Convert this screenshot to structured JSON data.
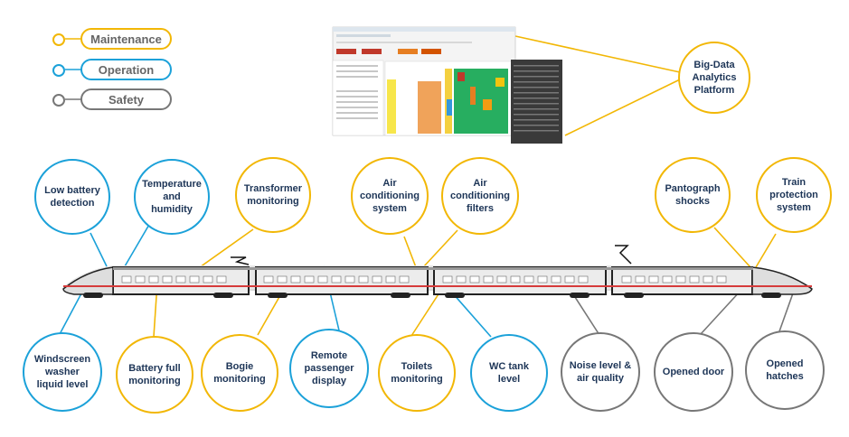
{
  "legend": [
    {
      "label": "Maintenance",
      "color": "#f2b705"
    },
    {
      "label": "Operation",
      "color": "#1ba1d9"
    },
    {
      "label": "Safety",
      "color": "#777777"
    }
  ],
  "platform": {
    "label": "Big-Data\nAnalytics\nPlatform",
    "color": "#f2b705"
  },
  "top_labels": [
    {
      "id": "low-battery",
      "label": "Low battery\ndetection",
      "category": "operation"
    },
    {
      "id": "temp-humidity",
      "label": "Temperature\nand humidity",
      "category": "operation"
    },
    {
      "id": "transformer",
      "label": "Transformer\nmonitoring",
      "category": "maintenance"
    },
    {
      "id": "air-cond-system",
      "label": "Air\nconditioning\nsystem",
      "category": "maintenance"
    },
    {
      "id": "air-cond-filters",
      "label": "Air\nconditioning\nfilters",
      "category": "maintenance"
    },
    {
      "id": "pantograph",
      "label": "Pantograph\nshocks",
      "category": "maintenance"
    },
    {
      "id": "train-protection",
      "label": "Train\nprotection\nsystem",
      "category": "maintenance"
    }
  ],
  "bottom_labels": [
    {
      "id": "windscreen",
      "label": "Windscreen\nwasher\nliquid level",
      "category": "operation"
    },
    {
      "id": "battery-full",
      "label": "Battery full\nmonitoring",
      "category": "maintenance"
    },
    {
      "id": "bogie",
      "label": "Bogie\nmonitoring",
      "category": "maintenance"
    },
    {
      "id": "passenger-display",
      "label": "Remote\npassenger\ndisplay",
      "category": "operation"
    },
    {
      "id": "toilets",
      "label": "Toilets\nmonitoring",
      "category": "maintenance"
    },
    {
      "id": "wc-tank",
      "label": "WC tank\nlevel",
      "category": "operation"
    },
    {
      "id": "noise-air",
      "label": "Noise level &\nair quality",
      "category": "safety"
    },
    {
      "id": "opened-door",
      "label": "Opened door",
      "category": "safety"
    },
    {
      "id": "opened-hatches",
      "label": "Opened\nhatches",
      "category": "safety"
    }
  ]
}
